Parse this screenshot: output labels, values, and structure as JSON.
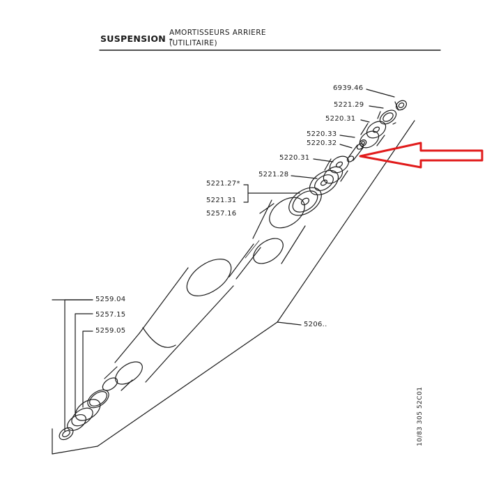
{
  "header": {
    "title": "SUSPENSION -",
    "subtitle_line1": "AMORTISSEURS ARRIERE",
    "subtitle_line2": "(UTILITAIRE)"
  },
  "parts": {
    "p6939_46": "6939.46",
    "p5221_29": "5221.29",
    "p5220_31_top": "5220.31",
    "p5220_33": "5220.33",
    "p5220_32": "5220.32",
    "p5220_31_mid": "5220.31",
    "p5221_28": "5221.28",
    "p5221_27": "5221.27*",
    "p5221_31": "5221.31",
    "p5257_16": "5257.16",
    "p5259_04": "5259.04",
    "p5257_15": "5257.15",
    "p5259_05": "5259.05",
    "p5206": "5206.."
  },
  "reference_code": "10/83  305  52C01",
  "colors": {
    "ink": "#1a1a1a",
    "highlight_arrow": "#e11b1b"
  }
}
